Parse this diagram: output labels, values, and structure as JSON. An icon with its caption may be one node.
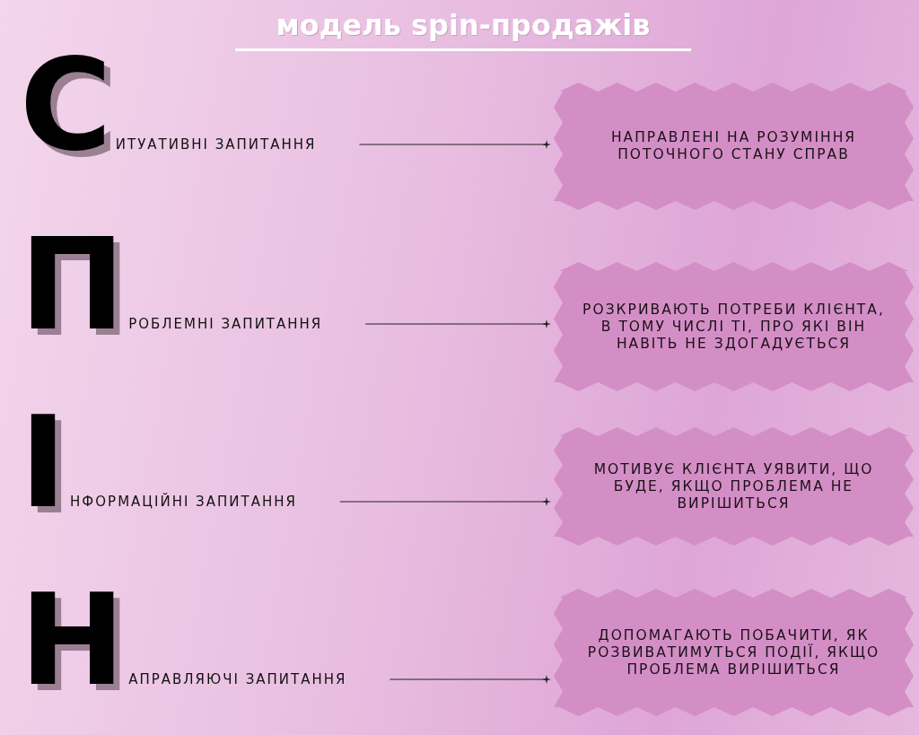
{
  "diagram": {
    "title": "модель spin-продажів",
    "nodes": [
      {
        "text": [
          "С",
          "ИТУАТИВНІ ЗАПИТАННЯ"
        ]
      },
      {
        "text": [
          "НАПРАВЛЕНІ НА РОЗУМІННЯ ПОТОЧНОГО СТАНУ СПРАВ"
        ]
      },
      {
        "text": [
          "П",
          "РОБЛЕМНІ ЗАПИТАННЯ"
        ]
      },
      {
        "text": [
          "РОЗКРИВАЮТЬ ПОТРЕБИ КЛІЄНТА, В ТОМУ ЧИСЛІ ТІ, ПРО ЯКІ ВІН НАВІТЬ НЕ ЗДОГАДУЄТЬСЯ"
        ]
      },
      {
        "text": [
          "І",
          "НФОРМАЦІЙНІ ЗАПИТАННЯ"
        ]
      },
      {
        "text": [
          "МОТИВУЄ КЛІЄНТА УЯВИТИ, ЩО БУДЕ, ЯКЩО ПРОБЛЕМА НЕ ВИРІШИТЬСЯ"
        ]
      },
      {
        "text": [
          "Н",
          "АПРАВЛЯЮЧІ ЗАПИТАННЯ"
        ]
      },
      {
        "text": [
          "ДОПОМАГАЮТЬ ПОБАЧИТИ, ЯК РОЗВИВАТИМУТЬСЯ ПОДІЇ, ЯКЩО ПРОБЛЕМА ВИРІШИТЬСЯ"
        ]
      }
    ],
    "edges": [
      {
        "from": 0,
        "to": 1,
        "arrow": "other"
      },
      {
        "from": 2,
        "to": 3,
        "arrow": "other"
      },
      {
        "from": 4,
        "to": 5,
        "arrow": "other"
      },
      {
        "from": 6,
        "to": 7,
        "arrow": "other"
      }
    ]
  }
}
